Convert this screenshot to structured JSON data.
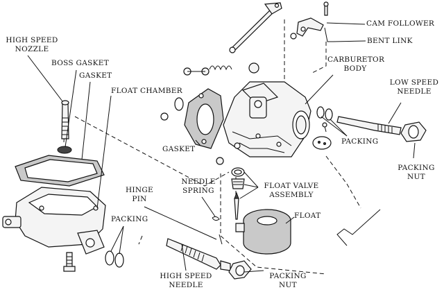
{
  "labels": {
    "cam_follower": "CAM FOLLOWER",
    "bent_link": "BENT LINK",
    "high_speed_nozzle_1": "HIGH SPEED",
    "high_speed_nozzle_2": "NOZZLE",
    "boss_gasket": "BOSS GASKET",
    "gasket_top": "GASKET",
    "float_chamber": "FLOAT CHAMBER",
    "carburetor_body_1": "CARBURETOR",
    "carburetor_body_2": "BODY",
    "low_speed_needle_1": "LOW SPEED",
    "low_speed_needle_2": "NEEDLE",
    "packing_right": "PACKING",
    "gasket_mid": "GASKET",
    "packing_nut_right_1": "PACKING",
    "packing_nut_right_2": "NUT",
    "needle_spring_1": "NEEDLE",
    "needle_spring_2": "SPRING",
    "float_valve_1": "FLOAT VALVE",
    "float_valve_2": "ASSEMBLY",
    "hinge_pin_1": "HINGE",
    "hinge_pin_2": "PIN",
    "float": "FLOAT",
    "packing_left": "PACKING",
    "high_speed_needle_1": "HIGH SPEED",
    "high_speed_needle_2": "NEEDLE",
    "packing_nut_bottom_1": "PACKING",
    "packing_nut_bottom_2": "NUT"
  }
}
